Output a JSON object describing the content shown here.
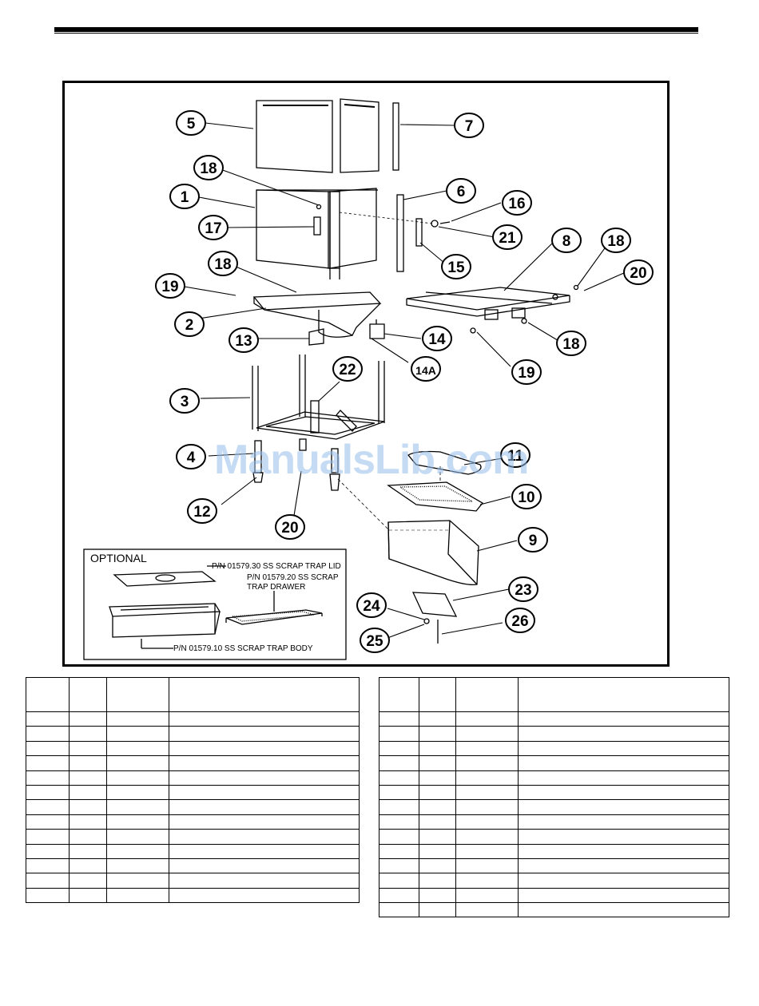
{
  "diagram": {
    "callouts": [
      "5",
      "7",
      "18",
      "6",
      "1",
      "16",
      "17",
      "21",
      "8",
      "18",
      "15",
      "18",
      "20",
      "19",
      "2",
      "13",
      "14",
      "18",
      "14A",
      "19",
      "22",
      "3",
      "11",
      "4",
      "10",
      "12",
      "20",
      "9",
      "23",
      "24",
      "26",
      "25"
    ],
    "optional": {
      "title": "OPTIONAL",
      "lid_label": "P/N 01579.30 SS SCRAP TRAP LID",
      "drawer_label_line1": "P/N 01579.20 SS SCRAP",
      "drawer_label_line2": "TRAP DRAWER",
      "body_label": "P/N 01579.10 SS SCRAP TRAP BODY"
    }
  },
  "watermark": "ManualsLib.com",
  "tables": {
    "left_rows": 13,
    "right_rows": 14
  }
}
